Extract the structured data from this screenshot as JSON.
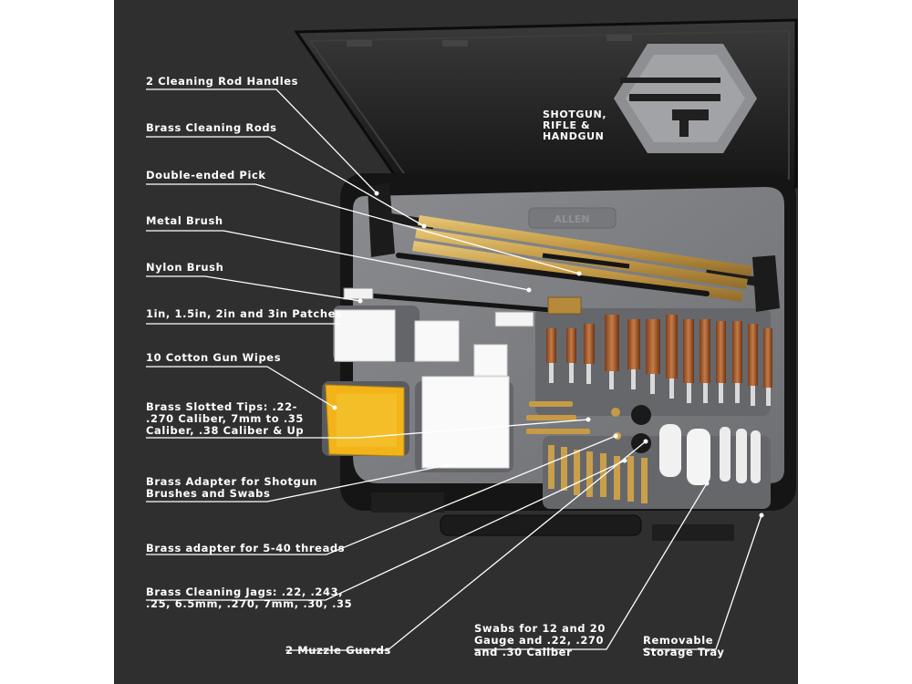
{
  "labels": {
    "rod_handles": "2 Cleaning Rod Handles",
    "brass_rods": "Brass Cleaning Rods",
    "pick": "Double-ended Pick",
    "metal_brush": "Metal Brush",
    "nylon_brush": "Nylon Brush",
    "patches": "1in, 1.5in, 2in and 3in Patches",
    "wipes": "10 Cotton Gun Wipes",
    "slotted_tips": "Brass Slotted Tips: .22-\n.270 Caliber, 7mm to .35\nCaliber, .38 Caliber & Up",
    "shotgun_adapter": "Brass Adapter for Shotgun\nBrushes and Swabs",
    "thread_adapter": "Brass adapter for 5-40 threads",
    "jags": "Brass Cleaning Jags: .22, .243,\n.25, 6.5mm, .270, 7mm, .30, .35",
    "muzzle_guards": "2 Muzzle Guards",
    "swabs": "Swabs for 12 and 20\nGauge and .22, .270\nand .30 Caliber",
    "tray": "Removable\nStorage Tray"
  },
  "badge": {
    "text": "SHOTGUN,\nRIFLE &\nHANDGUN",
    "icon": "firearms-hexagon-icon"
  },
  "case_brand": "ALLEN",
  "colors": {
    "background": "#2f2f2f",
    "case_tray": "#7f8084",
    "brass": "#c9a14e",
    "wipe_yellow": "#f2b418",
    "text": "#ffffff"
  }
}
